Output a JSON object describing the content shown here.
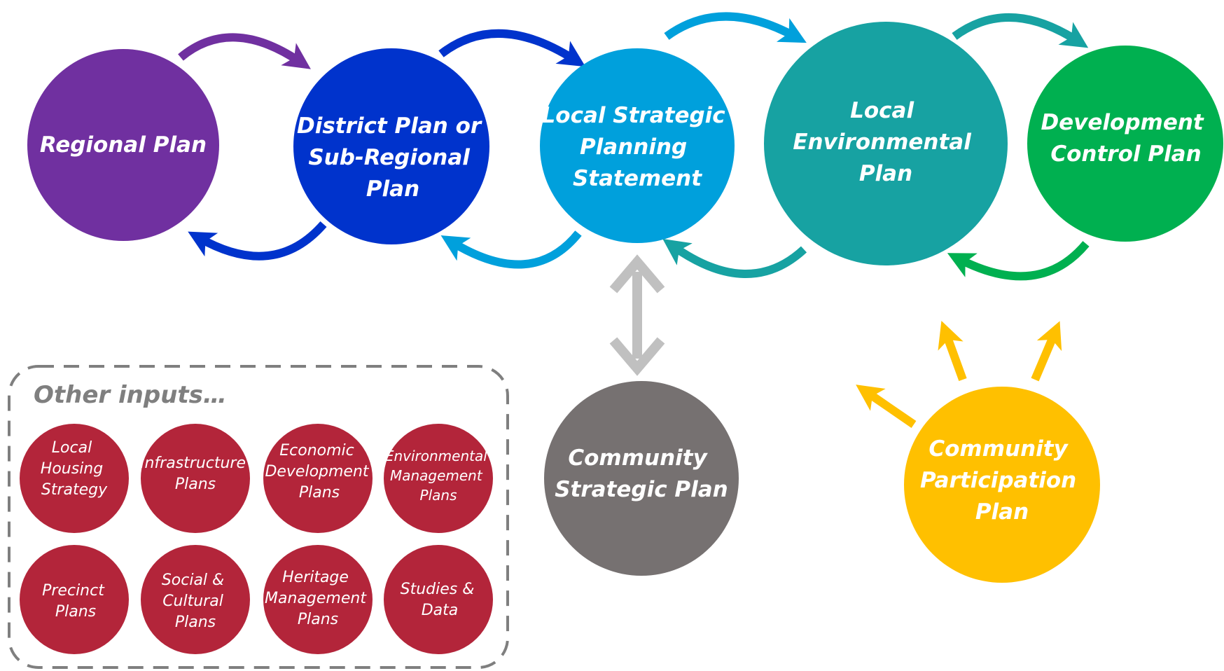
{
  "main_nodes": [
    {
      "id": "regional",
      "lines": [
        "Regional Plan"
      ],
      "color": "#7030A0"
    },
    {
      "id": "district",
      "lines": [
        "District Plan or",
        "Sub-Regional",
        "Plan"
      ],
      "color": "#0033CC"
    },
    {
      "id": "lsps",
      "lines": [
        "Local Strategic",
        "Planning",
        "Statement"
      ],
      "color": "#00A0DC"
    },
    {
      "id": "lep",
      "lines": [
        "Local",
        "Environmental",
        "Plan"
      ],
      "color": "#17A2A2"
    },
    {
      "id": "dcp",
      "lines": [
        "Development",
        "Control Plan"
      ],
      "color": "#00B050"
    }
  ],
  "community_strategic": {
    "lines": [
      "Community",
      "Strategic Plan"
    ],
    "color": "#767171"
  },
  "community_participation": {
    "lines": [
      "Community",
      "Participation",
      "Plan"
    ],
    "color": "#FFC000"
  },
  "other_inputs": {
    "title": "Other inputs…",
    "color": "#B3253A",
    "items": [
      {
        "lines": [
          "Local",
          "Housing",
          "Strategy"
        ]
      },
      {
        "lines": [
          "Infrastructure",
          "Plans"
        ]
      },
      {
        "lines": [
          "Economic",
          "Development",
          "Plans"
        ]
      },
      {
        "lines": [
          "Environmental",
          "Management",
          "Plans"
        ]
      },
      {
        "lines": [
          "Precinct",
          "Plans"
        ]
      },
      {
        "lines": [
          "Social &",
          "Cultural",
          "Plans"
        ]
      },
      {
        "lines": [
          "Heritage",
          "Management",
          "Plans"
        ]
      },
      {
        "lines": [
          "Studies &",
          "Data"
        ]
      }
    ]
  },
  "arrow_colors": {
    "between_plans": [
      "#7030A0",
      "#0033CC",
      "#00A0DC",
      "#17A2A2",
      "#00B050"
    ],
    "two_way": "#C0C0C0",
    "participation": "#FFC000"
  }
}
